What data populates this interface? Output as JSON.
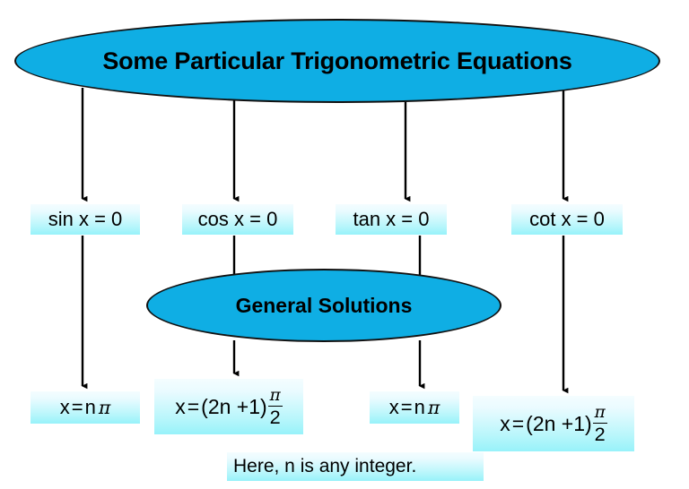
{
  "diagram": {
    "type": "flowchart",
    "title_node": {
      "label": "Some Particular Trigonometric Equations",
      "shape": "ellipse",
      "fill": "#0FAEE4",
      "text_color": "#000000"
    },
    "middle_node": {
      "label": "General Solutions",
      "shape": "ellipse",
      "fill": "#0FAEE4",
      "text_color": "#000000"
    },
    "equations": [
      {
        "id": "sin",
        "fn": "sin",
        "var": "x",
        "rel": "=",
        "rhs": "0",
        "label": "sin x = 0"
      },
      {
        "id": "cos",
        "fn": "cos",
        "var": "x",
        "rel": "=",
        "rhs": "0",
        "label": "cos x = 0"
      },
      {
        "id": "tan",
        "fn": "tan",
        "var": "x",
        "rel": "=",
        "rhs": "0",
        "label": "tan x = 0"
      },
      {
        "id": "cot",
        "fn": "cot",
        "var": "x",
        "rel": "=",
        "rhs": "0",
        "label": "cot x = 0"
      }
    ],
    "solutions": [
      {
        "id": "sol-sin",
        "for": "sin x = 0",
        "lhs": "x",
        "rel": "=",
        "coef": "n",
        "pi": "π",
        "label": "x = n π"
      },
      {
        "id": "sol-cos",
        "for": "cos x = 0",
        "lhs": "x",
        "rel": "=",
        "coef": "(2n +1)",
        "pi": "π",
        "den": "2",
        "label": "x = (2n +1)π/2"
      },
      {
        "id": "sol-tan",
        "for": "tan x = 0",
        "lhs": "x",
        "rel": "=",
        "coef": "n",
        "pi": "π",
        "label": "x = n π"
      },
      {
        "id": "sol-cot",
        "for": "cot x = 0",
        "lhs": "x",
        "rel": "=",
        "coef": "(2n +1)",
        "pi": "π",
        "den": "2",
        "label": "x = (2n +1)π/2"
      }
    ],
    "note": "Here, n is any integer.",
    "colors": {
      "ellipse_fill": "#0FAEE4",
      "ellipse_stroke": "#111111",
      "box_gradient_top": "#f4fdff",
      "box_gradient_bottom": "#97f2fa",
      "arrow": "#000000",
      "background": "#ffffff"
    },
    "edges": [
      {
        "from": "title_node",
        "to": "sin"
      },
      {
        "from": "title_node",
        "to": "cos"
      },
      {
        "from": "title_node",
        "to": "tan"
      },
      {
        "from": "title_node",
        "to": "cot"
      },
      {
        "from": "sin",
        "to": "sol-sin"
      },
      {
        "from": "cos",
        "to": "middle_node"
      },
      {
        "from": "tan",
        "to": "middle_node"
      },
      {
        "from": "middle_node",
        "to": "sol-cos"
      },
      {
        "from": "middle_node",
        "to": "sol-tan"
      },
      {
        "from": "cot",
        "to": "sol-cot"
      }
    ]
  }
}
